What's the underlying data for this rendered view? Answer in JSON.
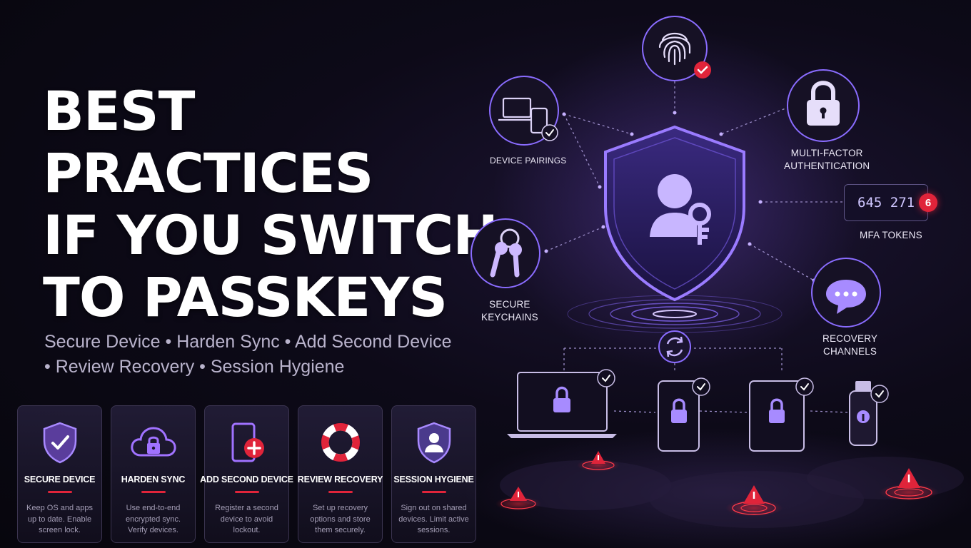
{
  "title": {
    "line1": "BEST",
    "line2": "PRACTICES",
    "line3": "IF YOU SWITCH",
    "line4": "TO PASSKEYS"
  },
  "subtitle": {
    "line1": "Secure Device • Harden Sync • Add Second Device",
    "line2": "• Review Recovery • Session Hygiene"
  },
  "cards": [
    {
      "title": "SECURE DEVICE",
      "desc": [
        "Keep OS and apps",
        "up to date. Enable",
        "screen lock."
      ],
      "icon": "shield-check-icon"
    },
    {
      "title": "HARDEN SYNC",
      "desc": [
        "Use end-to-end",
        "encrypted sync.",
        "Verify devices."
      ],
      "icon": "cloud-lock-icon"
    },
    {
      "title": "ADD SECOND DEVICE",
      "desc": [
        "Register a second",
        "device to avoid",
        "lockout."
      ],
      "icon": "phone-plus-icon"
    },
    {
      "title": "REVIEW RECOVERY",
      "desc": [
        "Set up recovery",
        "options and store",
        "them securely."
      ],
      "icon": "lifebuoy-icon"
    },
    {
      "title": "SESSION HYGIENE",
      "desc": [
        "Sign out on shared",
        "devices. Limit active",
        "sessions."
      ],
      "icon": "shield-user-icon"
    }
  ],
  "diagram": {
    "device_pairings": "DEVICE PAIRINGS",
    "mfa": {
      "line1": "MULTI-FACTOR",
      "line2": "AUTHENTICATION"
    },
    "mfa_tokens": "MFA TOKENS",
    "token_code": "645 271",
    "token_badge": "6",
    "keychains": {
      "line1": "SECURE",
      "line2": "KEYCHAINS"
    },
    "recovery": {
      "line1": "RECOVERY",
      "line2": "CHANNELS"
    }
  },
  "colors": {
    "accent_purple": "#8b6cff",
    "alert_red": "#e0243a",
    "card_border": "#3b3450"
  }
}
